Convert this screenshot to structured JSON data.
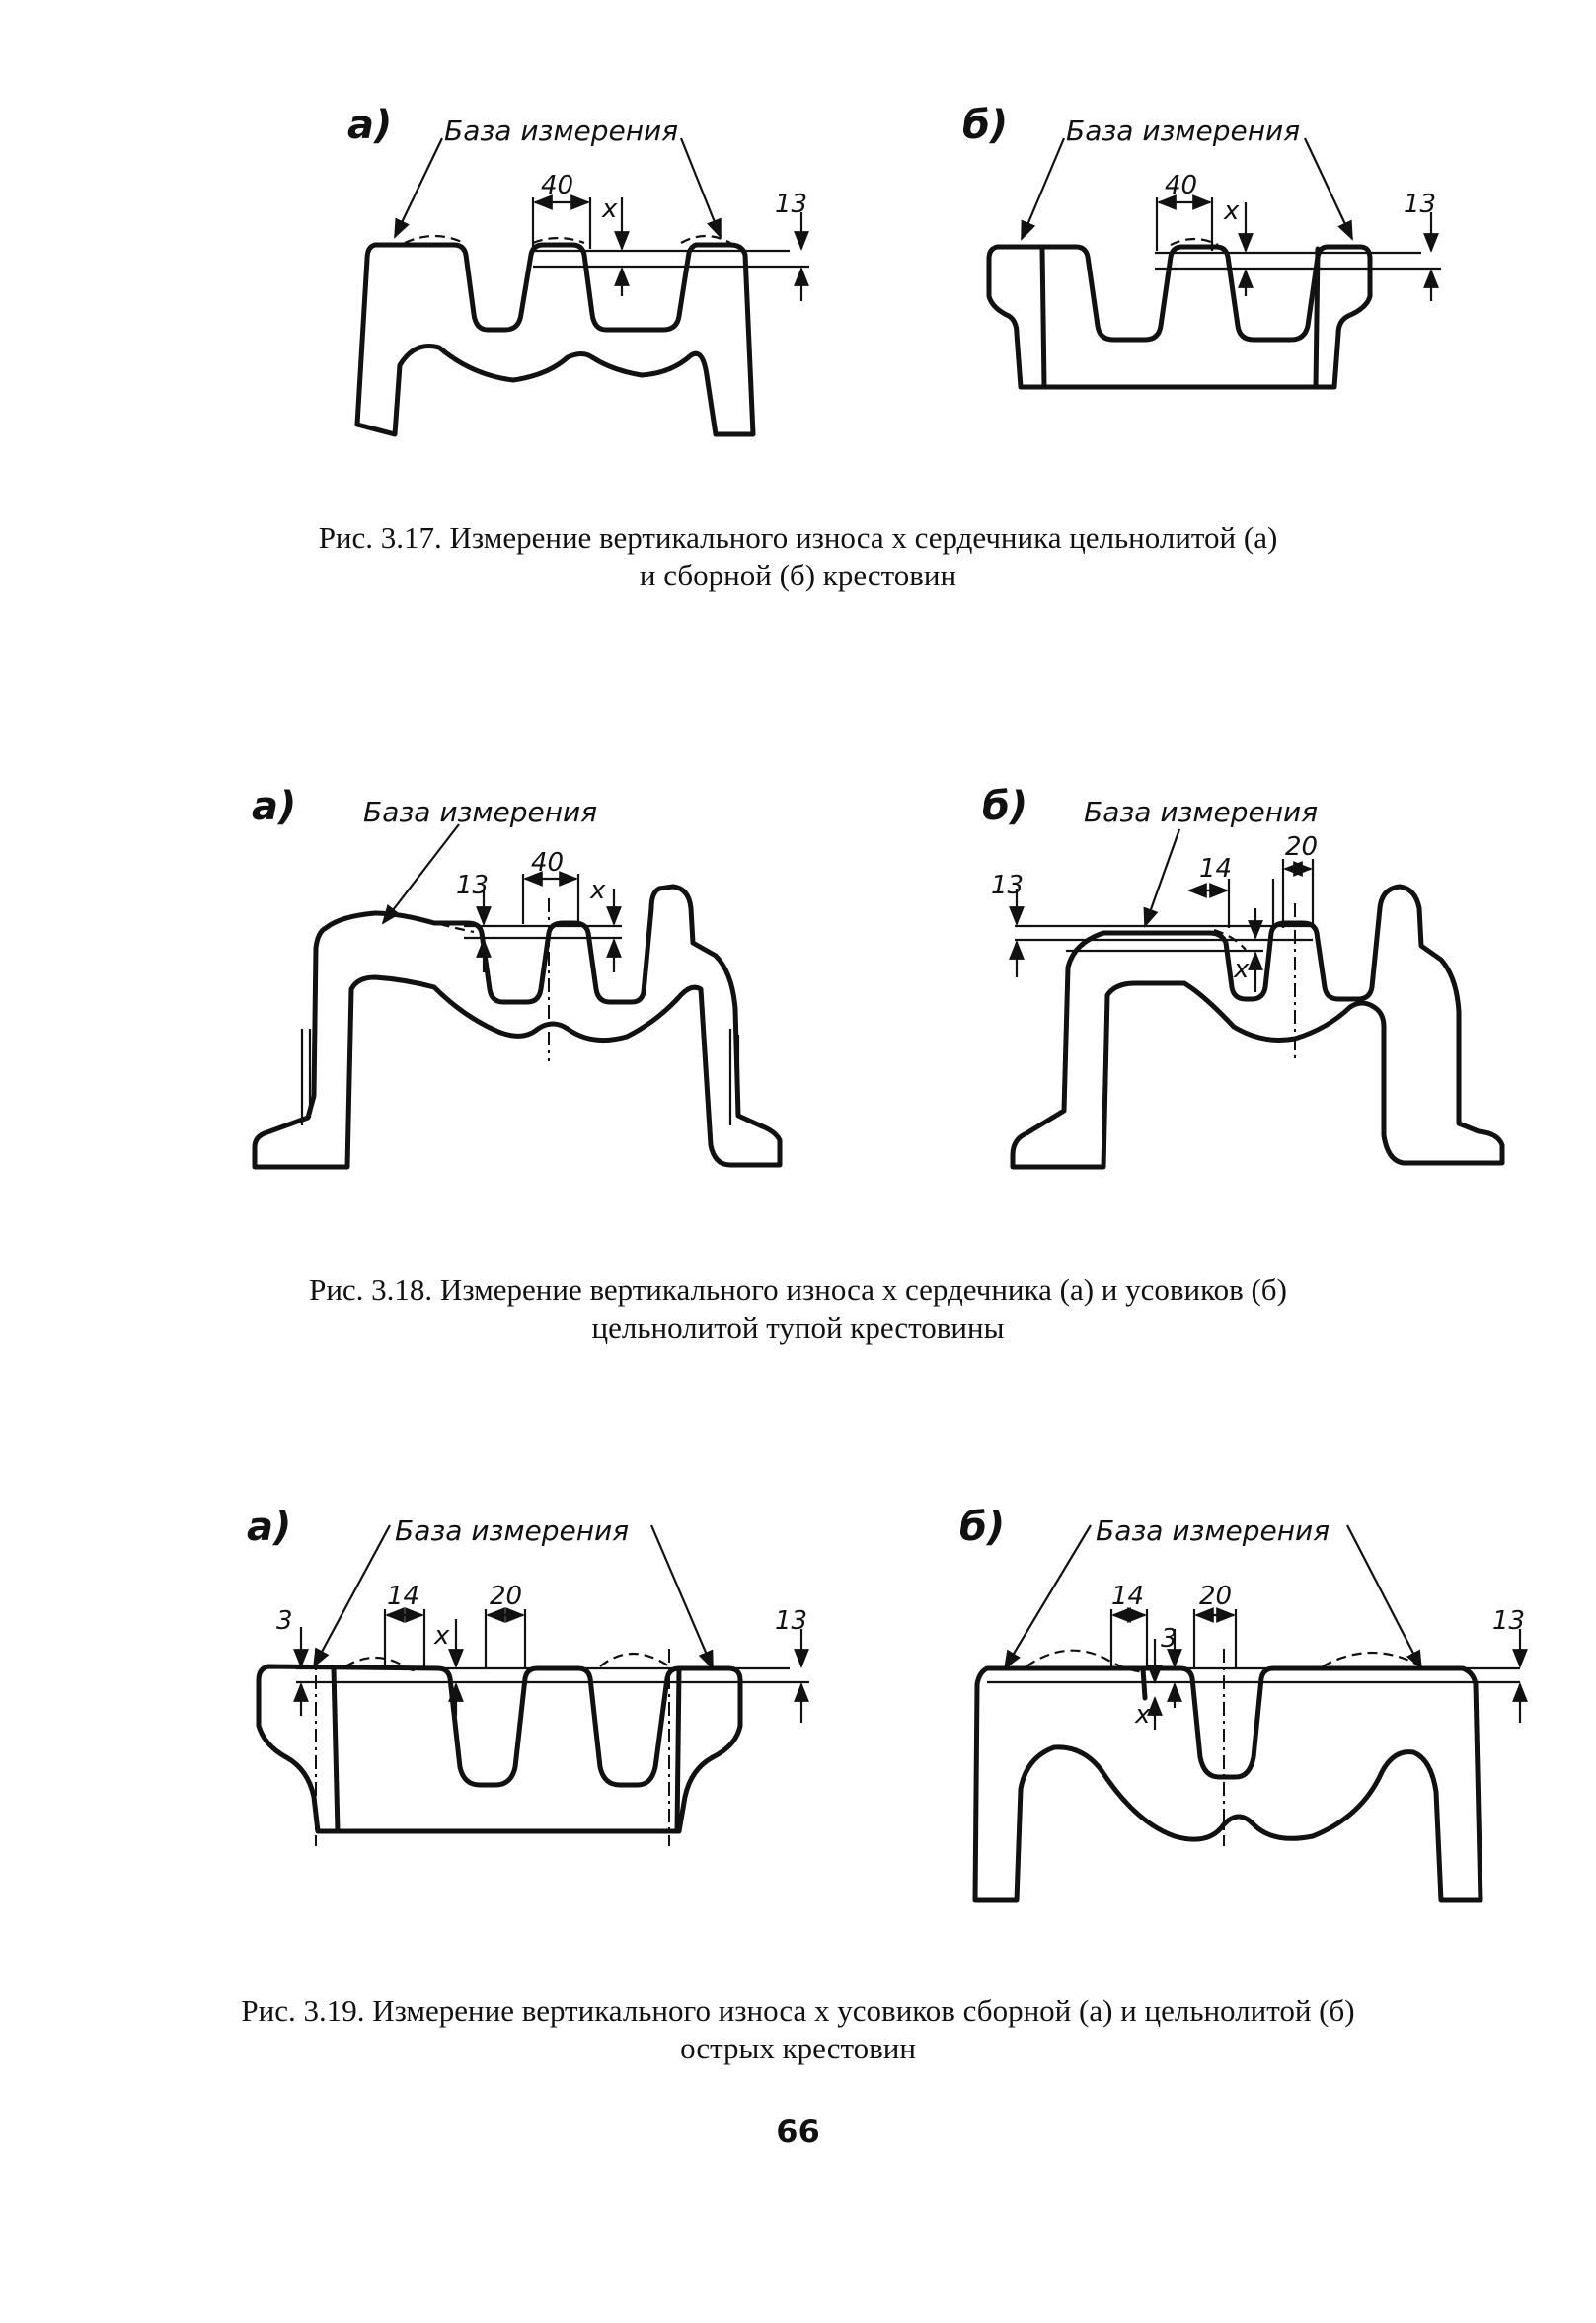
{
  "figures": [
    {
      "caption_line1": "Рис. 3.17. Измерение вертикального износа x сердечника цельнолитой (а)",
      "caption_line2": "и сборной (б) крестовин",
      "panels": [
        {
          "tag": "а)",
          "base_label": "База измерения",
          "dims": [
            "40",
            "x",
            "13"
          ]
        },
        {
          "tag": "б)",
          "base_label": "База измерения",
          "dims": [
            "40",
            "x",
            "13"
          ]
        }
      ]
    },
    {
      "caption_line1": "Рис. 3.18. Измерение вертикального износа x сердечника (а) и усовиков (б)",
      "caption_line2": "цельнолитой тупой крестовины",
      "panels": [
        {
          "tag": "а)",
          "base_label": "База измерения",
          "dims": [
            "13",
            "40",
            "x"
          ]
        },
        {
          "tag": "б)",
          "base_label": "База измерения",
          "dims": [
            "13",
            "14",
            "20",
            "x"
          ]
        }
      ]
    },
    {
      "caption_line1": "Рис. 3.19. Измерение вертикального износа x усовиков сборной (а) и цельнолитой (б)",
      "caption_line2": "острых крестовин",
      "panels": [
        {
          "tag": "а)",
          "base_label": "База измерения",
          "dims": [
            "3",
            "14",
            "x",
            "20",
            "13"
          ]
        },
        {
          "tag": "б)",
          "base_label": "База измерения",
          "dims": [
            "14",
            "3",
            "20",
            "x",
            "13"
          ]
        }
      ]
    }
  ],
  "page_number": "66"
}
